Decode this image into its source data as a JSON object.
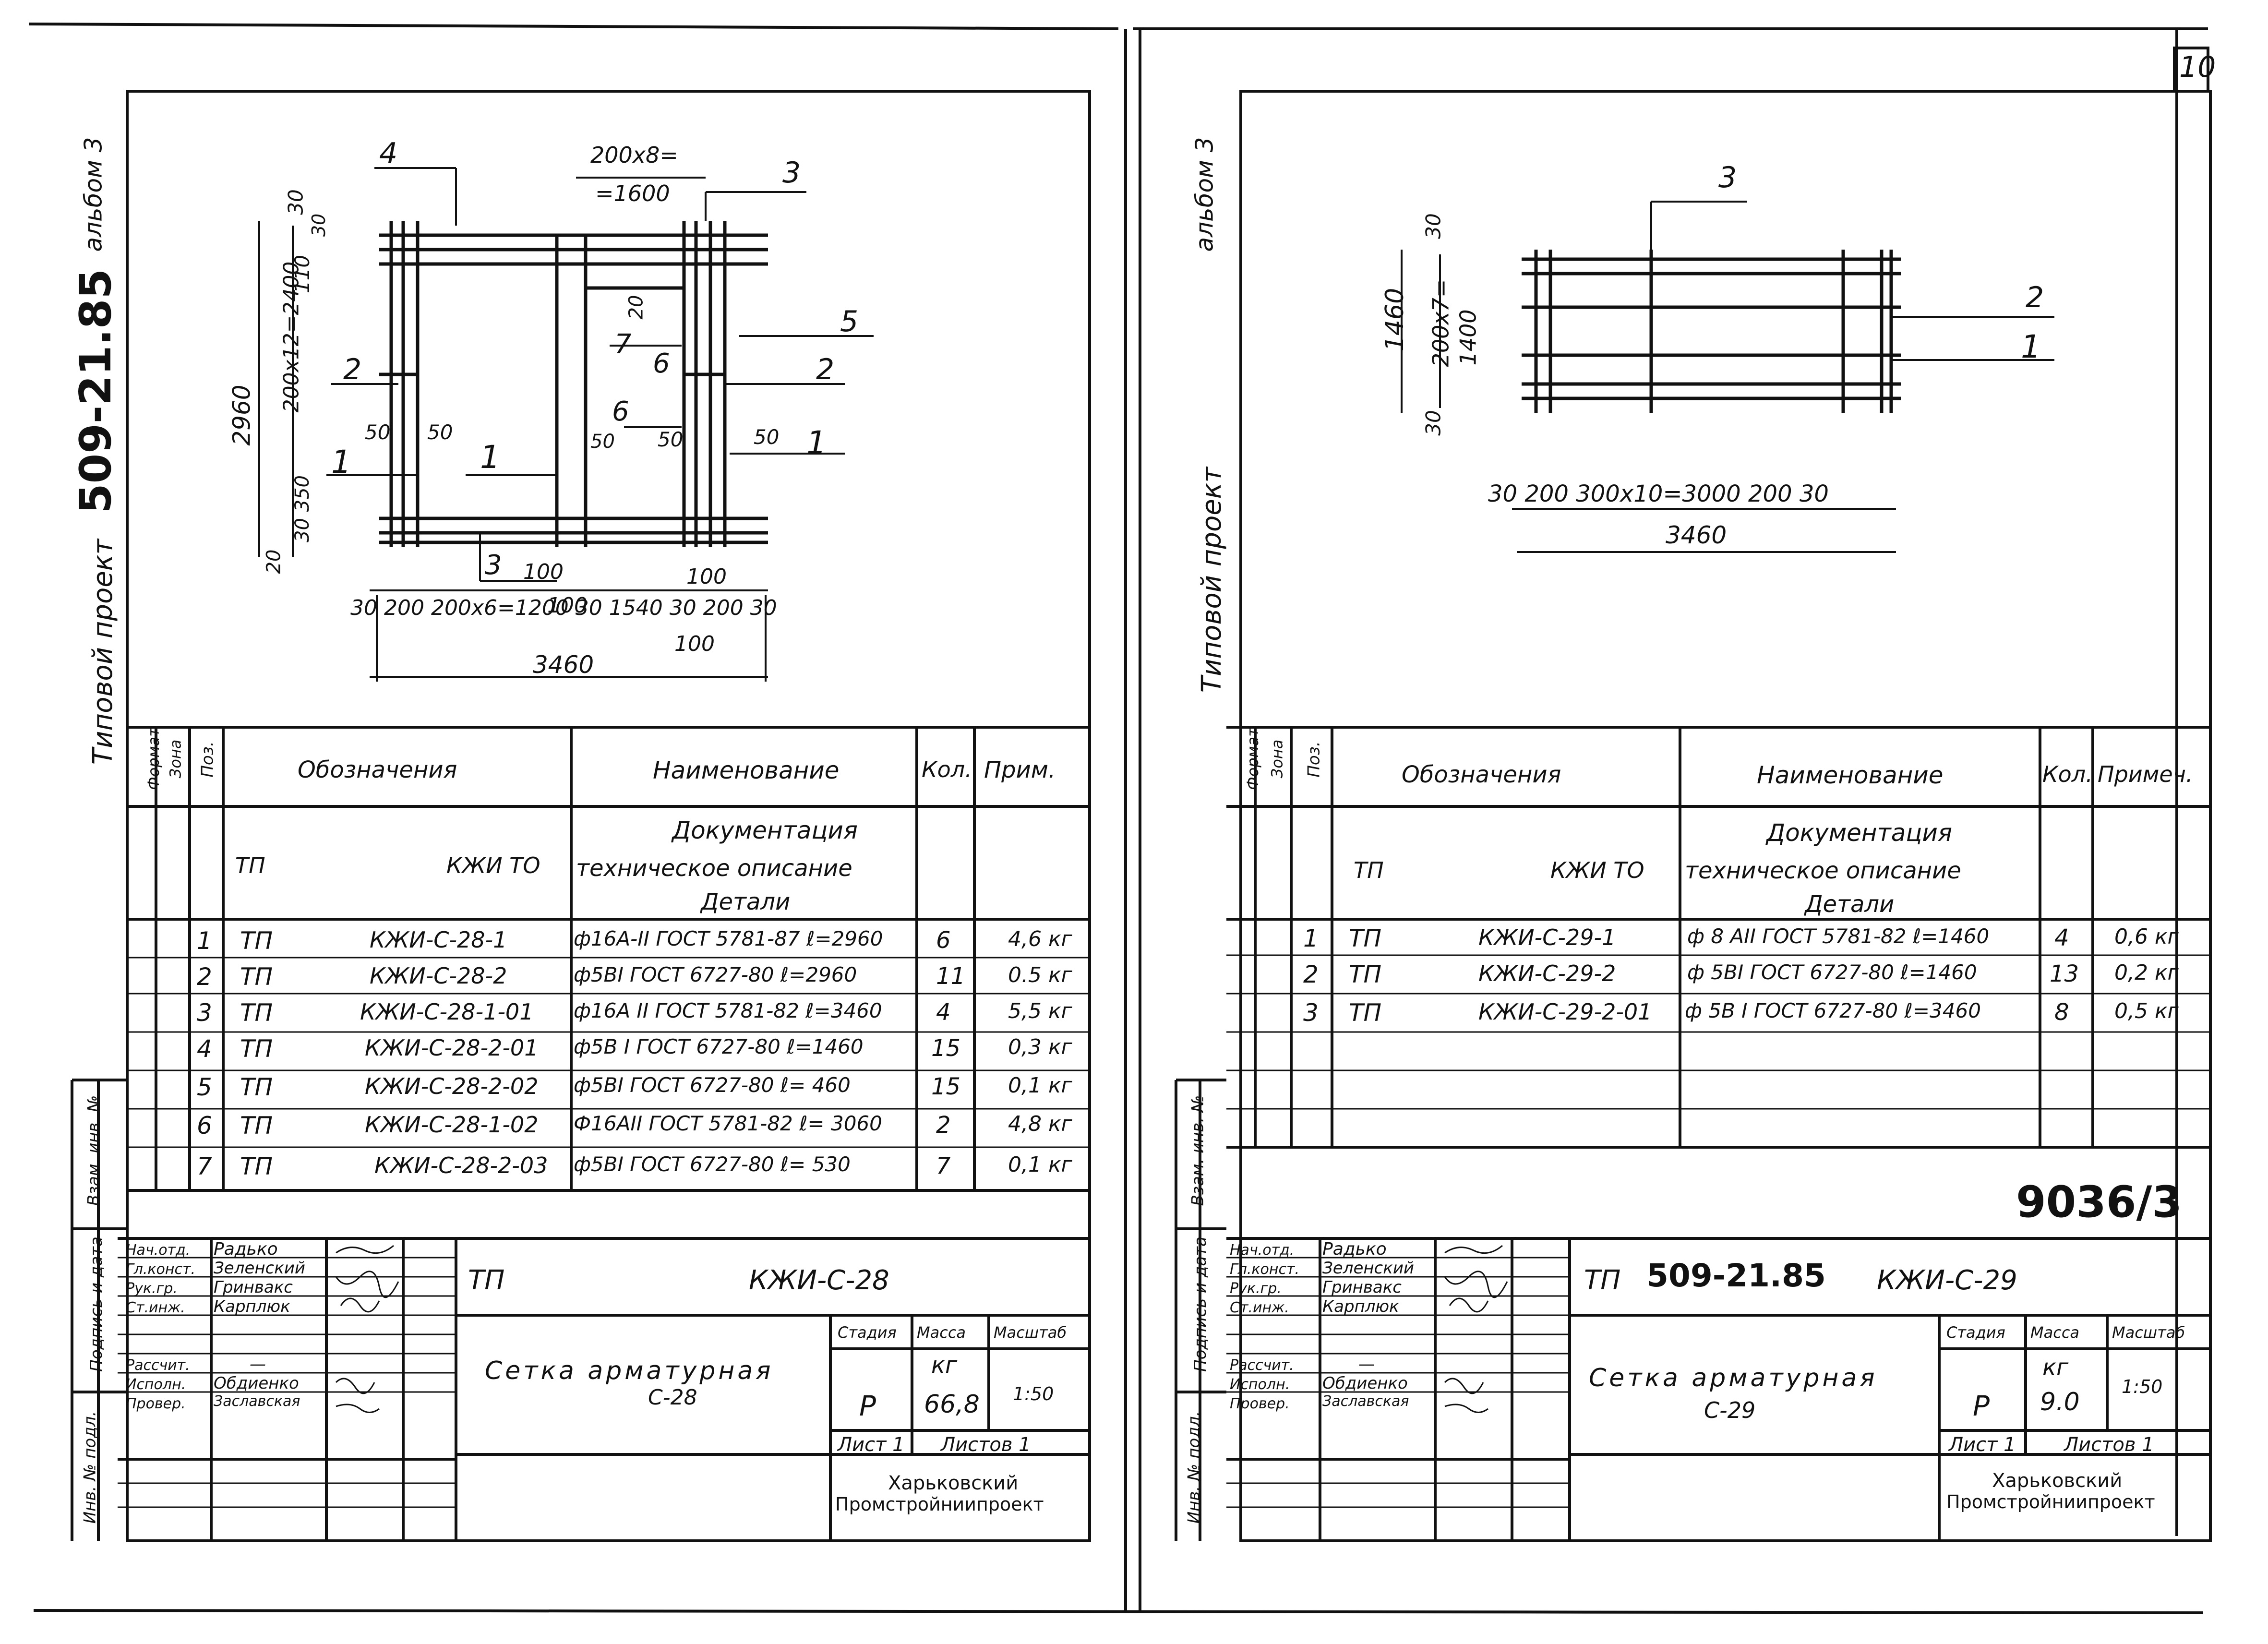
{
  "page_number": "10",
  "doc_code": "9036/3",
  "left": {
    "side_project": "Типовой проект",
    "side_code": "509-21.85",
    "side_album": "альбом 3",
    "drawing": {
      "dim_200x8": "200x8=",
      "dim_1600": "=1600",
      "dim_2960": "2960",
      "dim_200x12": "200x12=2400",
      "dim_30_top": "30",
      "dim_30_top2": "30",
      "dim_110": "110",
      "dim_350": "30 350",
      "dim_20": "20",
      "dim_50a": "50",
      "dim_50b": "50",
      "dim_50c": "50",
      "dim_50d": "50",
      "dim_50e": "50",
      "dim_20b": "20",
      "dim_100a": "100",
      "dim_100b": "100",
      "dim_100c": "100",
      "dim_100d": "100",
      "dim_bottom": "30 200 200x6=1200 30 1540 30 200 30",
      "dim_3460": "3460",
      "pos1a": "1",
      "pos1b": "1",
      "pos1c": "1",
      "pos2a": "2",
      "pos2b": "2",
      "pos3a": "3",
      "pos3b": "3",
      "pos4": "4",
      "pos5": "5",
      "pos6a": "6",
      "pos6b": "6",
      "pos7": "7"
    },
    "spec_headers": {
      "format": "Формат",
      "zone": "Зона",
      "pos": "Поз.",
      "designation": "Обозначения",
      "name": "Наименование",
      "qty": "Кол.",
      "note": "Прим."
    },
    "spec_group": {
      "tp": "ТП",
      "code": "КЖИ ТО",
      "doc1": "Документация",
      "doc2": "техническое описание",
      "doc3": "Детали"
    },
    "rows": [
      {
        "pos": "1",
        "tp": "ТП",
        "code": "КЖИ-С-28-1",
        "name": "ф16А-II ГОСТ 5781-87 ℓ=2960",
        "qty": "6",
        "note": "4,6 кг"
      },
      {
        "pos": "2",
        "tp": "ТП",
        "code": "КЖИ-С-28-2",
        "name": "ф5ВI ГОСТ 6727-80 ℓ=2960",
        "qty": "11",
        "note": "0.5 кг"
      },
      {
        "pos": "3",
        "tp": "ТП",
        "code": "КЖИ-С-28-1-01",
        "name": "ф16А II ГОСТ 5781-82 ℓ=3460",
        "qty": "4",
        "note": "5,5 кг"
      },
      {
        "pos": "4",
        "tp": "ТП",
        "code": "КЖИ-С-28-2-01",
        "name": "ф5В I ГОСТ 6727-80 ℓ=1460",
        "qty": "15",
        "note": "0,3 кг"
      },
      {
        "pos": "5",
        "tp": "ТП",
        "code": "КЖИ-С-28-2-02",
        "name": "ф5ВI ГОСТ 6727-80 ℓ= 460",
        "qty": "15",
        "note": "0,1 кг"
      },
      {
        "pos": "6",
        "tp": "ТП",
        "code": "КЖИ-С-28-1-02",
        "name": "Ф16АII ГОСТ 5781-82 ℓ= 3060",
        "qty": "2",
        "note": "4,8 кг"
      },
      {
        "pos": "7",
        "tp": "ТП",
        "code": "КЖИ-С-28-2-03",
        "name": "ф5ВI ГОСТ 6727-80 ℓ= 530",
        "qty": "7",
        "note": "0,1 кг"
      }
    ],
    "side_stamp": [
      "Инв. № подл.",
      "Подпись и дата",
      "Взам. инв. №"
    ],
    "staff": [
      {
        "role": "Нач.отд.",
        "name": "Радько"
      },
      {
        "role": "Гл.конст.",
        "name": "Зеленский"
      },
      {
        "role": "Рук.гр.",
        "name": "Гринвакс"
      },
      {
        "role": "Ст.инж.",
        "name": "Карплюк"
      },
      {
        "role": "Рассчит.",
        "name": "—"
      },
      {
        "role": "Исполн.",
        "name": "Обдиенко"
      },
      {
        "role": "Провер.",
        "name": "Заславская"
      }
    ],
    "title_code_prefix": "ТП",
    "title_code": "КЖИ-С-28",
    "title_name1": "Сетка арматурная",
    "title_name2": "С-28",
    "stage_label": "Стадия",
    "mass_label": "Масса",
    "scale_label": "Масштаб",
    "stage": "Р",
    "mass_unit": "кг",
    "mass": "66,8",
    "scale": "1:50",
    "sheet": "Лист 1",
    "sheets": "Листов 1",
    "org1": "Харьковский",
    "org2": "Промстройниипроект"
  },
  "right": {
    "side_album": "альбом 3",
    "side_project": "Типовой проект",
    "drawing": {
      "pos3": "3",
      "pos2": "2",
      "pos1": "1",
      "dim_1460": "1460",
      "dim_200x7": "200x7=",
      "dim_1400": "1400",
      "dim_30a": "30",
      "dim_30b": "30",
      "dim_bottom": "30 200 300x10=3000 200 30",
      "dim_3460": "3460"
    },
    "spec_headers": {
      "format": "Формат",
      "zone": "Зона",
      "pos": "Поз.",
      "designation": "Обозначения",
      "name": "Наименование",
      "qty": "Кол.",
      "note": "Примеч."
    },
    "spec_group": {
      "tp": "ТП",
      "code": "КЖИ ТО",
      "doc1": "Документация",
      "doc2": "техническое описание",
      "doc3": "Детали"
    },
    "rows": [
      {
        "pos": "1",
        "tp": "ТП",
        "code": "КЖИ-С-29-1",
        "name": "ф 8 АII ГОСТ 5781-82 ℓ=1460",
        "qty": "4",
        "note": "0,6 кг"
      },
      {
        "pos": "2",
        "tp": "ТП",
        "code": "КЖИ-С-29-2",
        "name": "ф 5ВI ГОСТ 6727-80 ℓ=1460",
        "qty": "13",
        "note": "0,2 кг"
      },
      {
        "pos": "3",
        "tp": "ТП",
        "code": "КЖИ-С-29-2-01",
        "name": "ф 5В I ГОСТ 6727-80 ℓ=3460",
        "qty": "8",
        "note": "0,5 кг"
      }
    ],
    "side_stamp": [
      "Инв. № подл.",
      "Подпись и дата",
      "Взам. инв. №"
    ],
    "staff": [
      {
        "role": "Нач.отд.",
        "name": "Радько"
      },
      {
        "role": "Гл.конст.",
        "name": "Зеленский"
      },
      {
        "role": "Рук.гр.",
        "name": "Гринвакс"
      },
      {
        "role": "Ст.инж.",
        "name": "Карплюк"
      },
      {
        "role": "Рассчит.",
        "name": "—"
      },
      {
        "role": "Исполн.",
        "name": "Обдиенко"
      },
      {
        "role": "Провер.",
        "name": "Заславская"
      }
    ],
    "title_code_prefix": "ТП",
    "title_number": "509-21.85",
    "title_code": "КЖИ-С-29",
    "title_name1": "Сетка арматурная",
    "title_name2": "С-29",
    "stage_label": "Стадия",
    "mass_label": "Масса",
    "scale_label": "Масштаб",
    "stage": "Р",
    "mass_unit": "кг",
    "mass": "9.0",
    "scale": "1:50",
    "sheet": "Лист 1",
    "sheets": "Листов 1",
    "org1": "Харьковский",
    "org2": "Промстройниипроект"
  }
}
